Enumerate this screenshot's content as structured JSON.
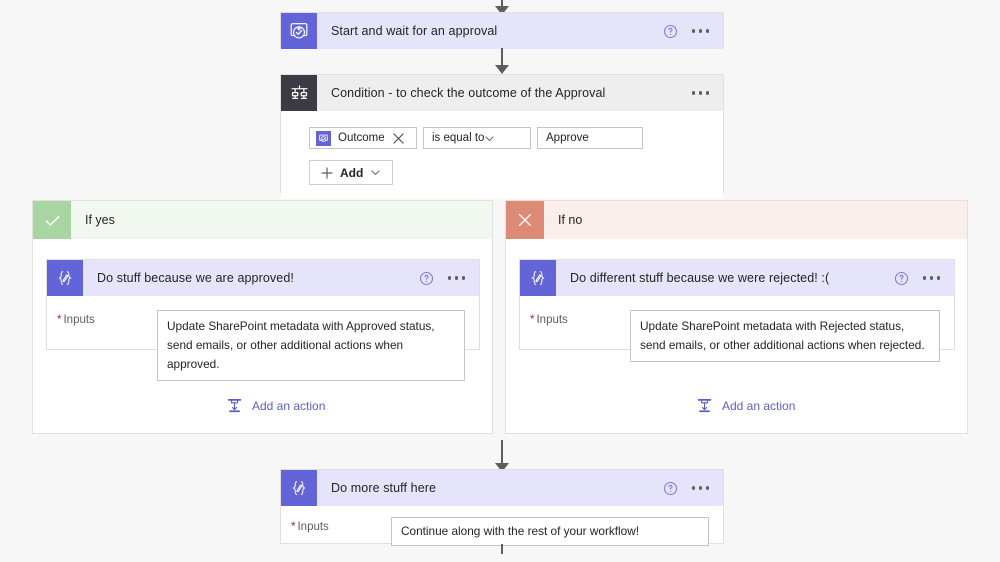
{
  "canvas": {
    "background": "#f7f7f8",
    "accent_purple": "#6264d8",
    "link_purple": "#5b5fc7",
    "header_lavender": "#e5e4fa",
    "yes_green": "#a8d5a2",
    "no_red": "#dd8a76",
    "connector_gray": "#605e5c"
  },
  "approval_action": {
    "title": "Start and wait for an approval",
    "icon": "approval-checkmark-icon",
    "help_icon": "help-circle-icon",
    "more_icon": "ellipsis-icon"
  },
  "condition": {
    "title": "Condition - to check the outcome of the Approval",
    "icon": "condition-branch-icon",
    "more_icon": "ellipsis-icon",
    "row": {
      "token_label": "Outcome",
      "token_icon": "approval-token-icon",
      "remove_icon": "close-x-icon",
      "operator": "is equal to",
      "operator_chevron": "chevron-down-icon",
      "value": "Approve"
    },
    "add_button": {
      "label": "Add",
      "plus_icon": "plus-icon",
      "chevron_icon": "chevron-down-icon"
    }
  },
  "branch_yes": {
    "label": "If yes",
    "icon": "checkmark-icon",
    "action": {
      "title": "Do stuff because we are approved!",
      "icon": "compose-braces-icon",
      "help_icon": "help-circle-icon",
      "more_icon": "ellipsis-icon",
      "field_label": "Inputs",
      "required_marker": "*",
      "field_value": "Update SharePoint metadata with Approved status, send emails, or other additional actions when approved."
    },
    "add_action": {
      "label": "Add an action",
      "icon": "add-action-branch-icon"
    }
  },
  "branch_no": {
    "label": "If no",
    "icon": "close-x-icon",
    "action": {
      "title": "Do different stuff because we were rejected! :(",
      "icon": "compose-braces-icon",
      "help_icon": "help-circle-icon",
      "more_icon": "ellipsis-icon",
      "field_label": "Inputs",
      "required_marker": "*",
      "field_value": "Update SharePoint metadata with Rejected status, send emails, or other additional actions when rejected."
    },
    "add_action": {
      "label": "Add an action",
      "icon": "add-action-branch-icon"
    }
  },
  "final_action": {
    "title": "Do more stuff here",
    "icon": "compose-braces-icon",
    "help_icon": "help-circle-icon",
    "more_icon": "ellipsis-icon",
    "field_label": "Inputs",
    "required_marker": "*",
    "field_value": "Continue along with the rest of your workflow!"
  }
}
